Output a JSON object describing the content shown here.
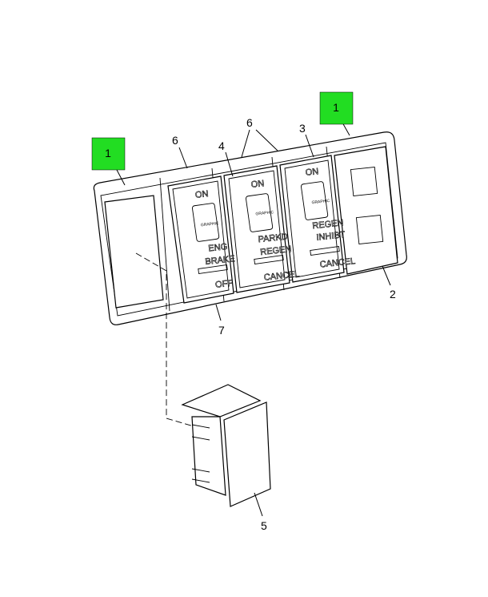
{
  "callouts": {
    "c1_left": "1",
    "c1_right": "1",
    "c6_left": "6",
    "c6_top": "6",
    "c4": "4",
    "c3": "3",
    "c2": "2",
    "c7": "7",
    "c5": "5"
  },
  "highlight_color": "#22dd22",
  "switches": [
    {
      "top": "ON",
      "graphic": "GRAPHIC",
      "line1": "ENG",
      "line2": "BRAKE",
      "bottom": "OFF"
    },
    {
      "top": "ON",
      "graphic": "GRAPHIC",
      "line1": "PARKD",
      "line2": "REGEN",
      "bottom": "CANCEL"
    },
    {
      "top": "ON",
      "graphic": "GRAPHIC",
      "line1": "REGEN",
      "line2": "INHIBT",
      "bottom": "CANCEL"
    }
  ]
}
